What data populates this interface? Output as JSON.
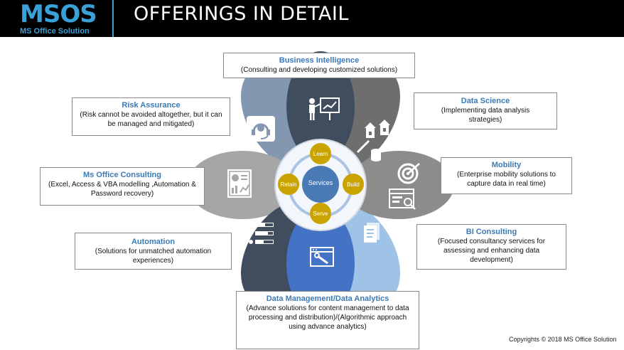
{
  "header": {
    "logo_letters": "MSOS",
    "logo_text": "MS Office Solution",
    "title": "OFFERINGS IN DETAIL"
  },
  "center": {
    "label": "Services",
    "steps": [
      "Learn",
      "Build",
      "Serve",
      "Retain"
    ]
  },
  "offerings": {
    "business_intelligence": {
      "title": "Business Intelligence",
      "desc": "(Consulting and developing customized solutions)"
    },
    "data_science": {
      "title": "Data Science",
      "desc": "(Implementing data analysis strategies)"
    },
    "mobility": {
      "title": "Mobility",
      "desc": "(Enterprise mobility solutions to capture data in real time)"
    },
    "bi_consulting": {
      "title": "BI Consulting",
      "desc": "(Focused consultancy services for assessing and enhancing data development)"
    },
    "data_management": {
      "title": "Data Management/Data Analytics",
      "desc": "(Advance solutions for content management to data processing and distribution)/(Algorithmic approach using advance analytics)"
    },
    "automation": {
      "title": "Automation",
      "desc": "(Solutions for unmatched automation experiences)"
    },
    "ms_office_consulting": {
      "title": "Ms Office Consulting",
      "desc": "(Excel, Access & VBA modelling ,Automation & Password recovery)"
    },
    "risk_assurance": {
      "title": "Risk Assurance",
      "desc": "(Risk cannot be avoided altogether, but it can be managed and mitigated)"
    }
  },
  "copyright": "Copyrights © 2018 MS Office Solution",
  "colors": {
    "petal_dark": "#3f4d5e",
    "petal_gray": "#9a9a9a",
    "petal_lightblue": "#9ec3e6",
    "petal_blue": "#4472c4",
    "petal_steel": "#8497b0",
    "circle_blue": "#4a7ab5",
    "step_gold": "#c9a400",
    "title_blue": "#3b7ab8"
  },
  "icons": {
    "business_intelligence": "presentation-icon",
    "data_science": "data-factory-icon",
    "mobility": "target-icon",
    "bi_consulting": "documents-icon",
    "data_management": "browser-tools-icon",
    "automation": "checklist-icon",
    "ms_office_consulting": "report-icon",
    "risk_assurance": "headset-icon"
  }
}
